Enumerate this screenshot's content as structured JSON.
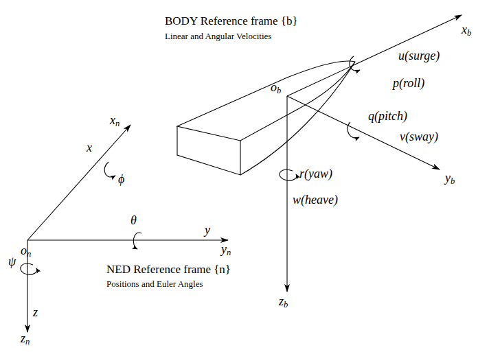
{
  "diagram": {
    "labels": [
      "BODY Reference frame {b}",
      "Linear and Angular Velocities",
      "ob",
      "xb",
      "u(surge)",
      "p(roll)",
      "q(pitch)",
      "v(sway)",
      "yb",
      "r(yaw)",
      "w(heave)",
      "zb",
      "xn",
      "x",
      "ϕ",
      "θ",
      "y",
      "yn",
      "on",
      "NED Reference frame {n}",
      "Positions and Euler Angles",
      "ψ",
      "z",
      "zn"
    ]
  }
}
